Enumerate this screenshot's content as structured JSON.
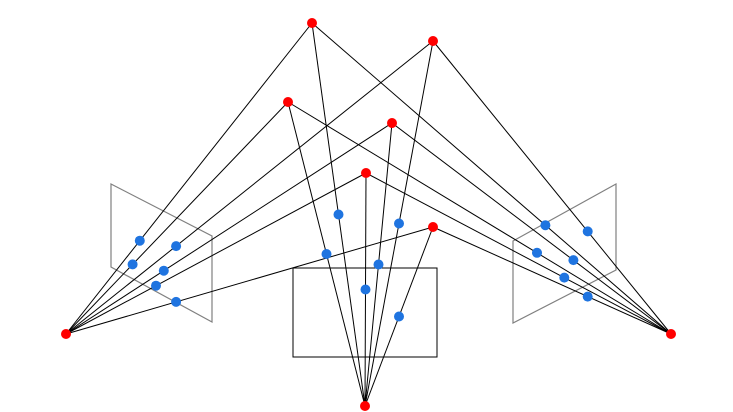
{
  "diagram": {
    "kind": "multi-view-projection",
    "colors": {
      "world_point": "#ff0000",
      "camera_center": "#ff0000",
      "image_point": "#1f74e0",
      "ray": "#000000",
      "image_plane": "#808080",
      "center_plane": "#000000"
    },
    "cameras": [
      {
        "id": "left-camera"
      },
      {
        "id": "center-camera"
      },
      {
        "id": "right-camera"
      }
    ],
    "world_points": [
      {
        "id": "P1"
      },
      {
        "id": "P2"
      },
      {
        "id": "P3"
      },
      {
        "id": "P4"
      },
      {
        "id": "P5"
      },
      {
        "id": "P6"
      }
    ]
  }
}
